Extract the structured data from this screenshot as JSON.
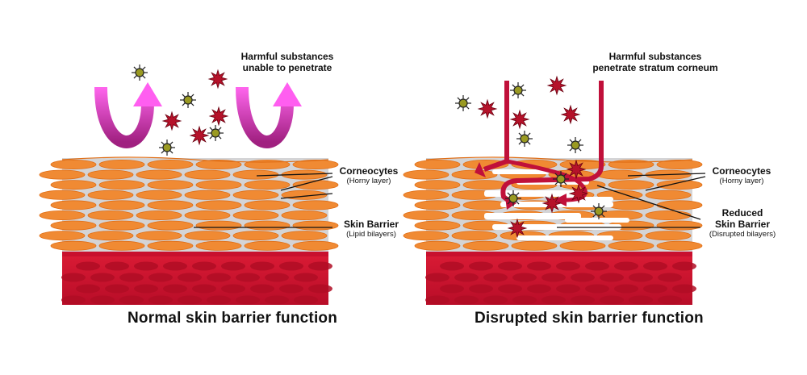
{
  "normal": {
    "top_note": [
      "Harmful substances",
      "unable to penetrate"
    ],
    "corneocytes": "Corneocytes",
    "corneocytes_sub": "(Horny layer)",
    "barrier": "Skin Barrier",
    "barrier_sub": "(Lipid bilayers)",
    "caption": "Normal skin barrier function"
  },
  "disrupted": {
    "top_note": [
      "Harmful substances",
      "penetrate stratum corneum"
    ],
    "corneocytes": "Corneocytes",
    "corneocytes_sub": "(Horny layer)",
    "barrier": [
      "Reduced",
      "Skin Barrier"
    ],
    "barrier_sub": "(Disrupted bilayers)",
    "caption": "Disrupted skin barrier function"
  },
  "colors": {
    "cell_fill": "#f08a33",
    "cell_stroke": "#e06d14",
    "lipid": "#d4d4d6",
    "dermis": "#c8102e",
    "dermis_cell": "#b00d25",
    "arrow_normal": "#c030c0",
    "arrow_disrupted": "#c0103a",
    "allergen_red": "#b5122a",
    "allergen_olive": "#9a9a22"
  }
}
